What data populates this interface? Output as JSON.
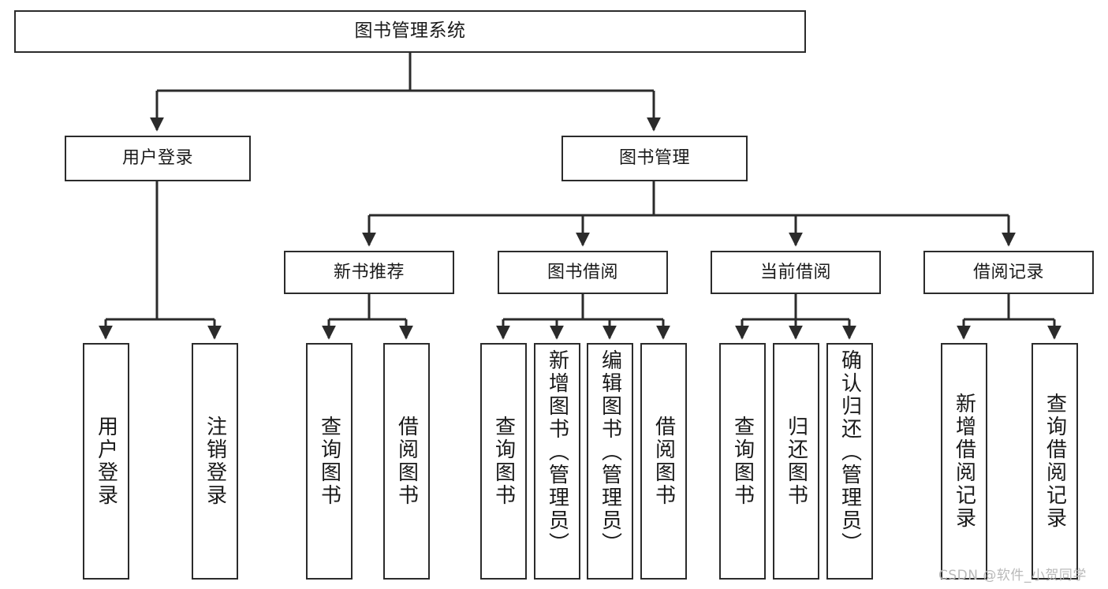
{
  "diagram": {
    "type": "hierarchy-tree",
    "title": "图书管理系统",
    "levels": 4,
    "colors": {
      "box_border": "#2b2b2b",
      "box_fill": "#ffffff",
      "connector": "#2b2b2b",
      "text": "#1a1a1a",
      "watermark": "#b9b9b9",
      "background": "#ffffff"
    },
    "root": {
      "label": "图书管理系统"
    },
    "level2": [
      {
        "label": "用户登录"
      },
      {
        "label": "图书管理"
      }
    ],
    "level3": [
      {
        "label": "新书推荐"
      },
      {
        "label": "图书借阅"
      },
      {
        "label": "当前借阅"
      },
      {
        "label": "借阅记录"
      }
    ],
    "leaves": [
      {
        "label": "用户登录",
        "parent": "用户登录"
      },
      {
        "label": "注销登录",
        "parent": "用户登录"
      },
      {
        "label": "查询图书",
        "parent": "新书推荐"
      },
      {
        "label": "借阅图书",
        "parent": "新书推荐"
      },
      {
        "label": "查询图书",
        "parent": "图书借阅"
      },
      {
        "label": "新增图书（管理员）",
        "parent": "图书借阅"
      },
      {
        "label": "编辑图书（管理员）",
        "parent": "图书借阅"
      },
      {
        "label": "借阅图书",
        "parent": "图书借阅"
      },
      {
        "label": "查询图书",
        "parent": "当前借阅"
      },
      {
        "label": "归还图书",
        "parent": "当前借阅"
      },
      {
        "label": "确认归还（管理员）",
        "parent": "当前借阅"
      },
      {
        "label": "新增借阅记录",
        "parent": "借阅记录"
      },
      {
        "label": "查询借阅记录",
        "parent": "借阅记录"
      }
    ]
  },
  "watermark": {
    "text": "CSDN @软件_小贺同学"
  }
}
